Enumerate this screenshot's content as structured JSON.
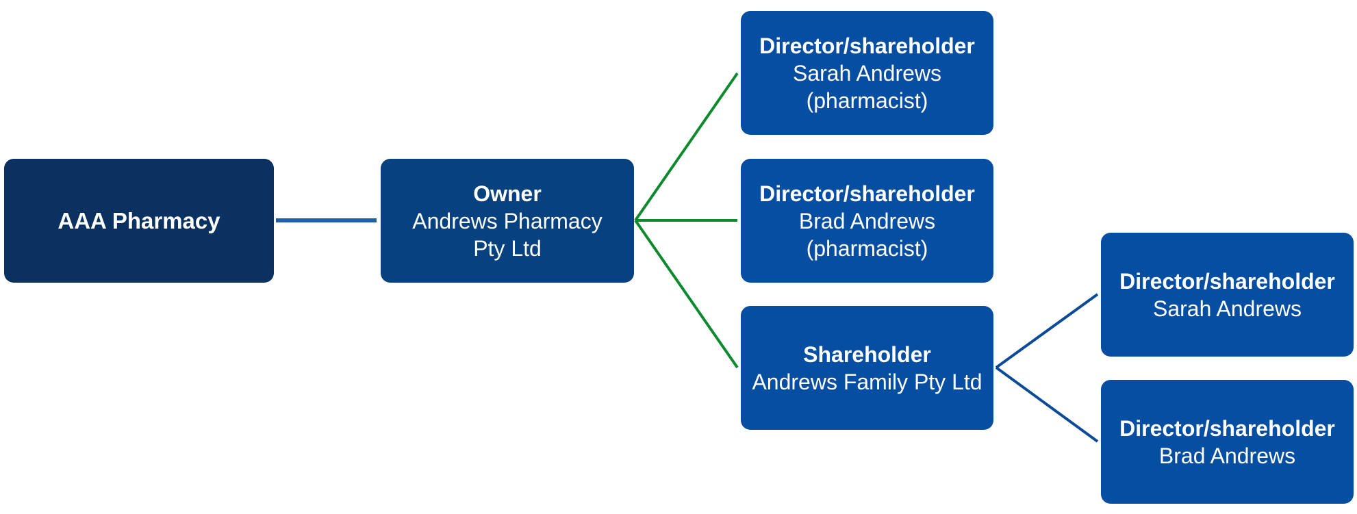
{
  "colors": {
    "root_box": "#0b3160",
    "owner_box": "#08417f",
    "level2_box": "#064ea1",
    "level3_box": "#064ea1",
    "root_connector": "#1f5fa6",
    "owner_connectors": "#0e8a2e",
    "shareholder_connectors": "#0b4a98"
  },
  "nodes": {
    "root": {
      "label": "AAA Pharmacy"
    },
    "owner": {
      "role": "Owner",
      "name_line1": "Andrews Pharmacy",
      "name_line2": "Pty Ltd"
    },
    "director1": {
      "role": "Director/shareholder",
      "name_line1": "Sarah Andrews",
      "name_line2": "(pharmacist)"
    },
    "director2": {
      "role": "Director/shareholder",
      "name_line1": "Brad Andrews",
      "name_line2": "(pharmacist)"
    },
    "shareholder": {
      "role": "Shareholder",
      "name_line1": "Andrews Family Pty Ltd"
    },
    "family_director1": {
      "role": "Director/shareholder",
      "name_line1": "Sarah Andrews"
    },
    "family_director2": {
      "role": "Director/shareholder",
      "name_line1": "Brad Andrews"
    }
  }
}
